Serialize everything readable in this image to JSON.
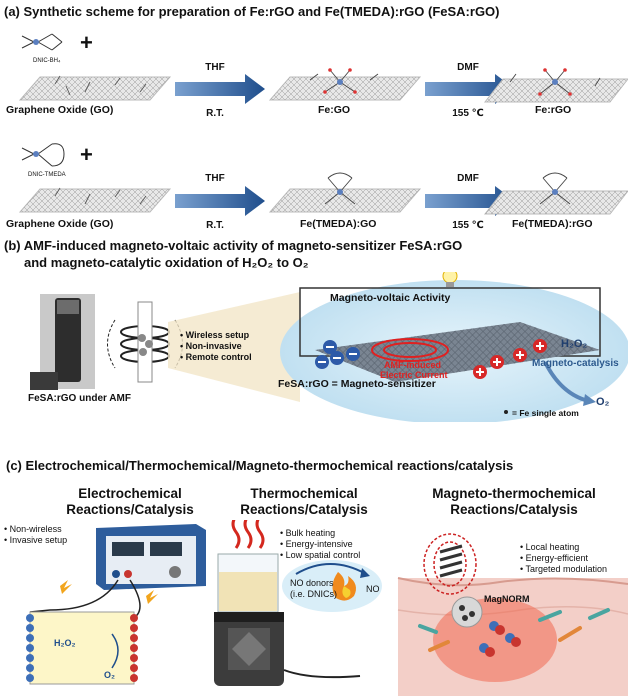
{
  "section_a": {
    "title": "(a) Synthetic scheme for preparation of Fe:rGO and Fe(TMEDA):rGO (FeSA:rGO)",
    "row1": {
      "reagent": "DNIC-BH₄",
      "plus": "+",
      "start_label": "Graphene Oxide (GO)",
      "step1_top": "THF",
      "step1_bottom": "R.T.",
      "mid_label": "Fe:GO",
      "step2_top": "DMF",
      "step2_bottom": "155 ℃",
      "end_label": "Fe:rGO"
    },
    "row2": {
      "reagent": "DNIC-TMEDA",
      "plus": "+",
      "start_label": "Graphene Oxide (GO)",
      "step1_top": "THF",
      "step1_bottom": "R.T.",
      "mid_label": "Fe(TMEDA):GO",
      "step2_top": "DMF",
      "step2_bottom": "155 ℃",
      "end_label": "Fe(TMEDA):rGO"
    }
  },
  "section_b": {
    "title_line1": "(b) AMF-induced magneto-voltaic activity of magneto-sensitizer FeSA:rGO",
    "title_line2": "and magneto-catalytic oxidation of H₂O₂ to O₂",
    "photo_caption": "FeSA:rGO under AMF",
    "bullets": [
      "Wireless setup",
      "Non-invasive",
      "Remote control"
    ],
    "mv_label": "Magneto-voltaic Activity",
    "current_label_1": "AMF-induced",
    "current_label_2": "Electric Current",
    "sensitizer_label": "FeSA:rGO = Magneto-sensitizer",
    "h2o2": "H₂O₂",
    "catalysis": "Magneto-catalysis",
    "o2": "O₂",
    "fe_note": "= Fe single atom"
  },
  "section_c": {
    "title": "(c) Electrochemical/Thermochemical/Magneto-thermochemical reactions/catalysis",
    "col1": {
      "title_1": "Electrochemical",
      "title_2": "Reactions/Catalysis",
      "bullets": [
        "Non-wireless",
        "Invasive setup"
      ],
      "h2o2": "H₂O₂",
      "o2": "O₂"
    },
    "col2": {
      "title_1": "Thermochemical",
      "title_2": "Reactions/Catalysis",
      "bullets": [
        "Bulk heating",
        "Energy-intensive",
        "Low spatial control"
      ],
      "donor_1": "NO donors",
      "donor_2": "(i.e. DNICs)",
      "no": "NO"
    },
    "col3": {
      "title_1": "Magneto-thermochemical",
      "title_2": "Reactions/Catalysis",
      "bullets": [
        "Local heating",
        "Energy-efficient",
        "Targeted modulation"
      ],
      "device": "MagNORM"
    }
  },
  "colors": {
    "arrow_blue": "#1f4e8c",
    "sheet_gray": "#cfcfcf",
    "water_blue": "#d7ecf7",
    "current_red": "#e02020",
    "tissue_pink": "#f3cfc8",
    "electrode_blue": "#3d6fb8",
    "electrode_red": "#c8352f"
  },
  "icons": [
    "lightbulb-icon",
    "flame-icon",
    "heat-waves-icon",
    "coil-icon"
  ]
}
